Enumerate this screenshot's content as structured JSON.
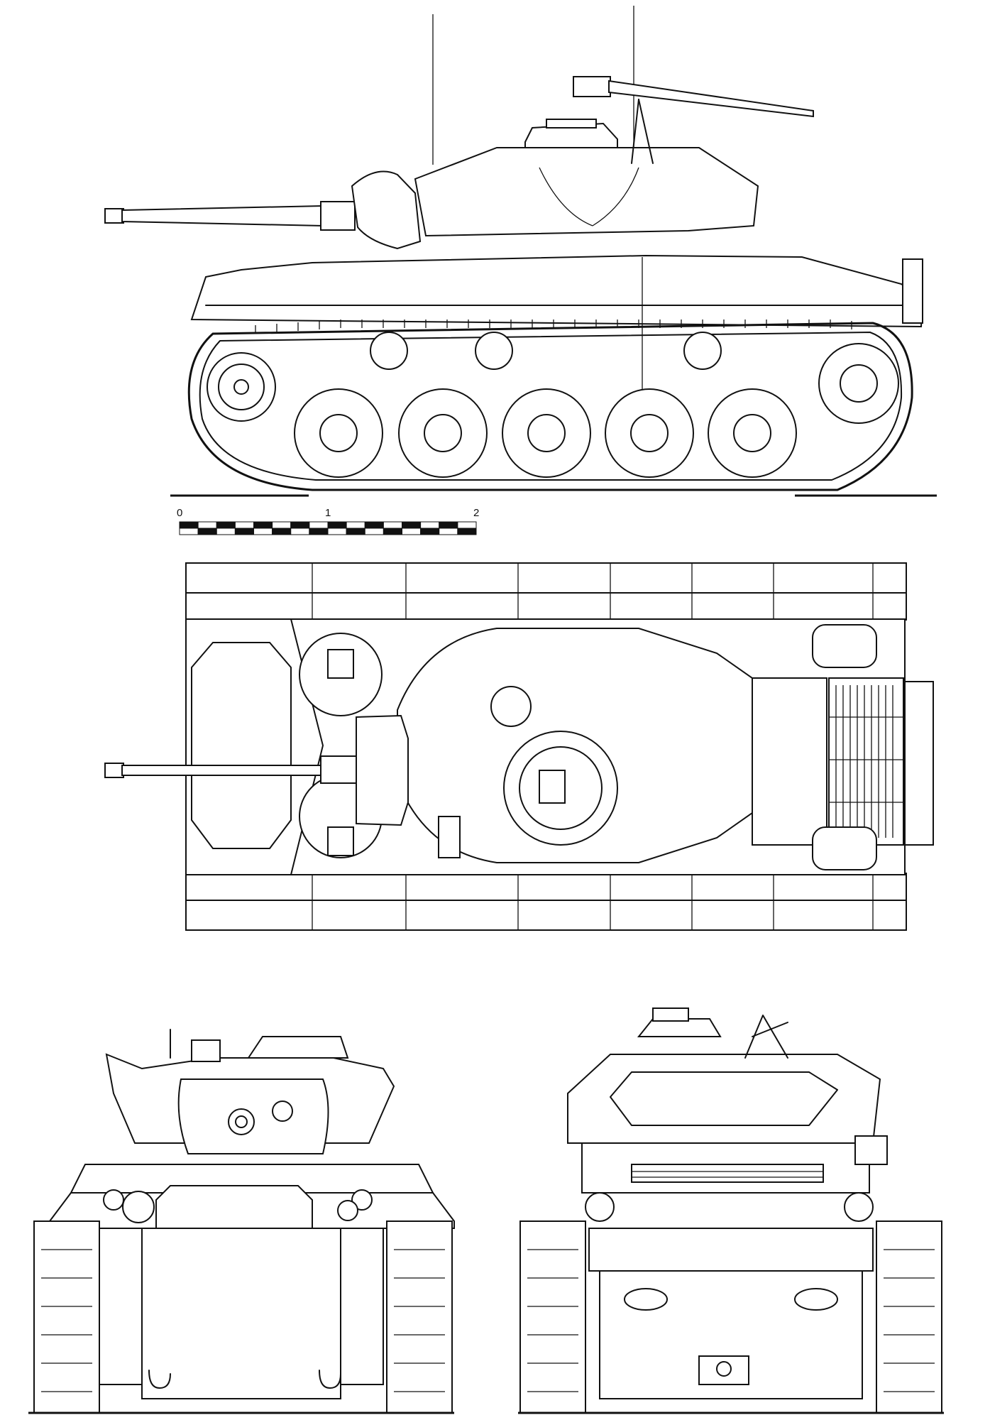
{
  "drawing": {
    "views": [
      "side",
      "top",
      "front",
      "rear"
    ]
  },
  "scale_bar": {
    "labels": [
      "0",
      "1",
      "2"
    ]
  }
}
